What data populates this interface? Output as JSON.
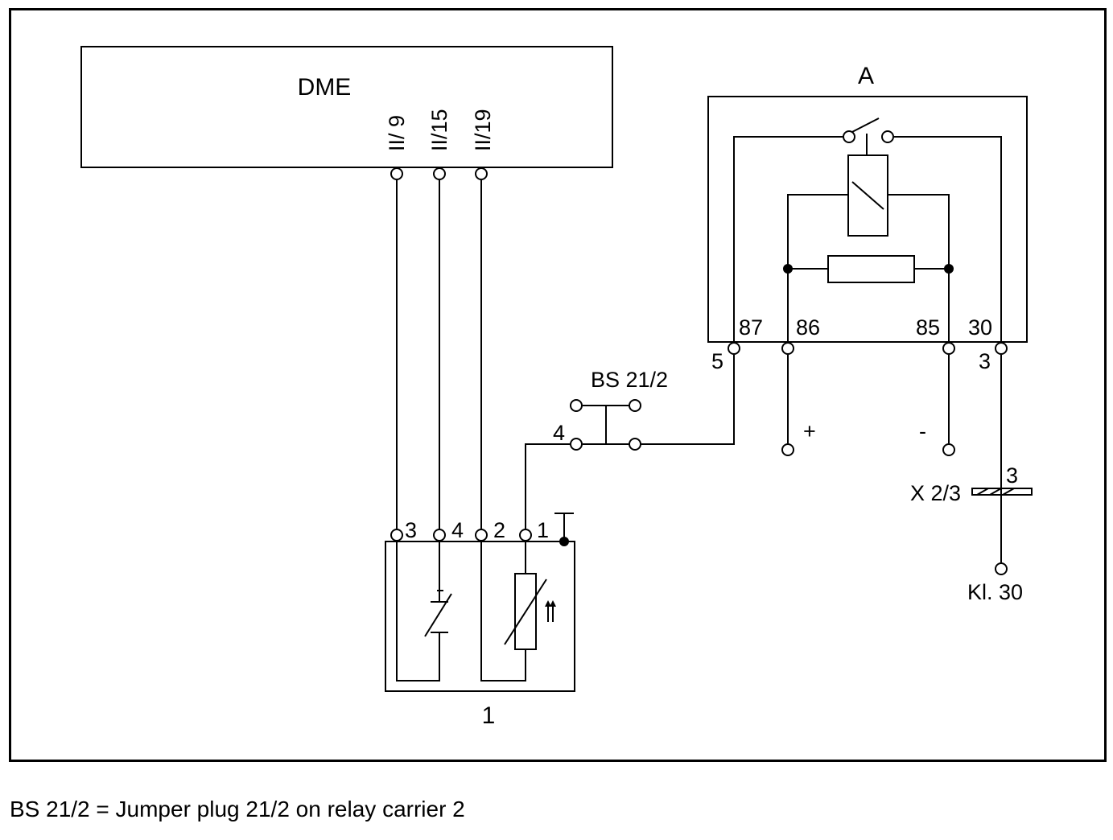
{
  "dme": {
    "title": "DME",
    "pins": [
      "II/ 9",
      "II/15",
      "II/19"
    ]
  },
  "relay": {
    "title": "A",
    "terminals": [
      "87",
      "86",
      "85",
      "30"
    ],
    "pin_left": "5",
    "pin_right": "3",
    "supply_plus": "+",
    "supply_minus": "-"
  },
  "jumper": {
    "label": "BS 21/2",
    "pin": "4"
  },
  "connector": {
    "label": "X 2/3",
    "pin": "3"
  },
  "kl30": {
    "label": "Kl. 30"
  },
  "sensor": {
    "label": "1",
    "pins": [
      "3",
      "4",
      "2",
      "1"
    ]
  },
  "caption": "BS 21/2 = Jumper plug 21/2 on relay carrier 2"
}
